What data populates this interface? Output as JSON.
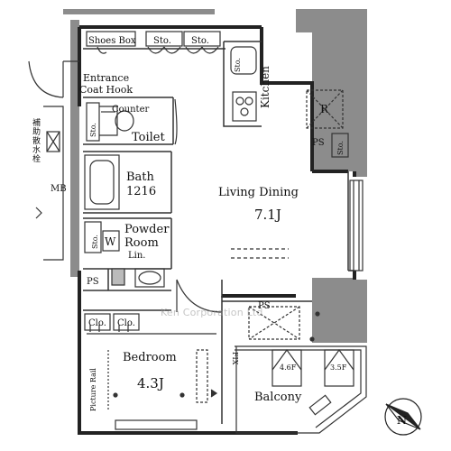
{
  "rooms": {
    "living_dining": {
      "label": "Living Dining",
      "size": "7.1J"
    },
    "bedroom": {
      "label": "Bedroom",
      "size": "4.3J"
    },
    "kitchen": {
      "label": "Kitchen"
    },
    "toilet": {
      "label": "Toilet"
    },
    "bath": {
      "label": "Bath",
      "size": "1216"
    },
    "powder_room": {
      "label_line1": "Powder",
      "label_line2": "Room"
    },
    "entrance": {
      "label_line1": "Entrance",
      "label_line2": "Coat Hook"
    },
    "balcony": {
      "label": "Balcony"
    }
  },
  "fixtures": {
    "shoes_box": "Shoes Box",
    "storage": "Sto.",
    "closet": "Clo.",
    "counter": "Counter",
    "linen": "Lin.",
    "washer": "W",
    "refrigerator": "R",
    "pipe_space": "PS",
    "meter_box": "MB",
    "picture_rail": "Picture Rail",
    "fix_window": "FIX",
    "outdoor_unit_1": "4.6F",
    "outdoor_unit_2": "3.5F",
    "hydrant_label": "補助散水栓"
  },
  "compass": {
    "label": "N"
  },
  "watermark": "Ken Corporation Ltd",
  "colors": {
    "wall": "#222222",
    "shaft": "#8c8c8c",
    "line": "#333333"
  }
}
